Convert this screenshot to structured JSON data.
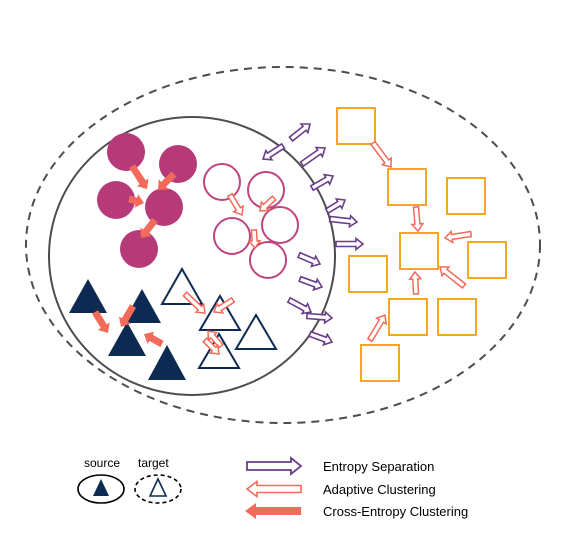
{
  "legend": {
    "source_label": "source",
    "target_label": "target",
    "entropy_separation": "Entropy Separation",
    "adaptive_clustering": "Adaptive Clustering",
    "cross_entropy_clustering": "Cross-Entropy Clustering"
  },
  "colors": {
    "navy": "#0d2b52",
    "magenta": "#b63a78",
    "magenta_outline": "#c0447f",
    "orange": "#f5a623",
    "coral": "#f26a5a",
    "purple": "#6a3d8a",
    "gray": "#4d4d4d"
  }
}
